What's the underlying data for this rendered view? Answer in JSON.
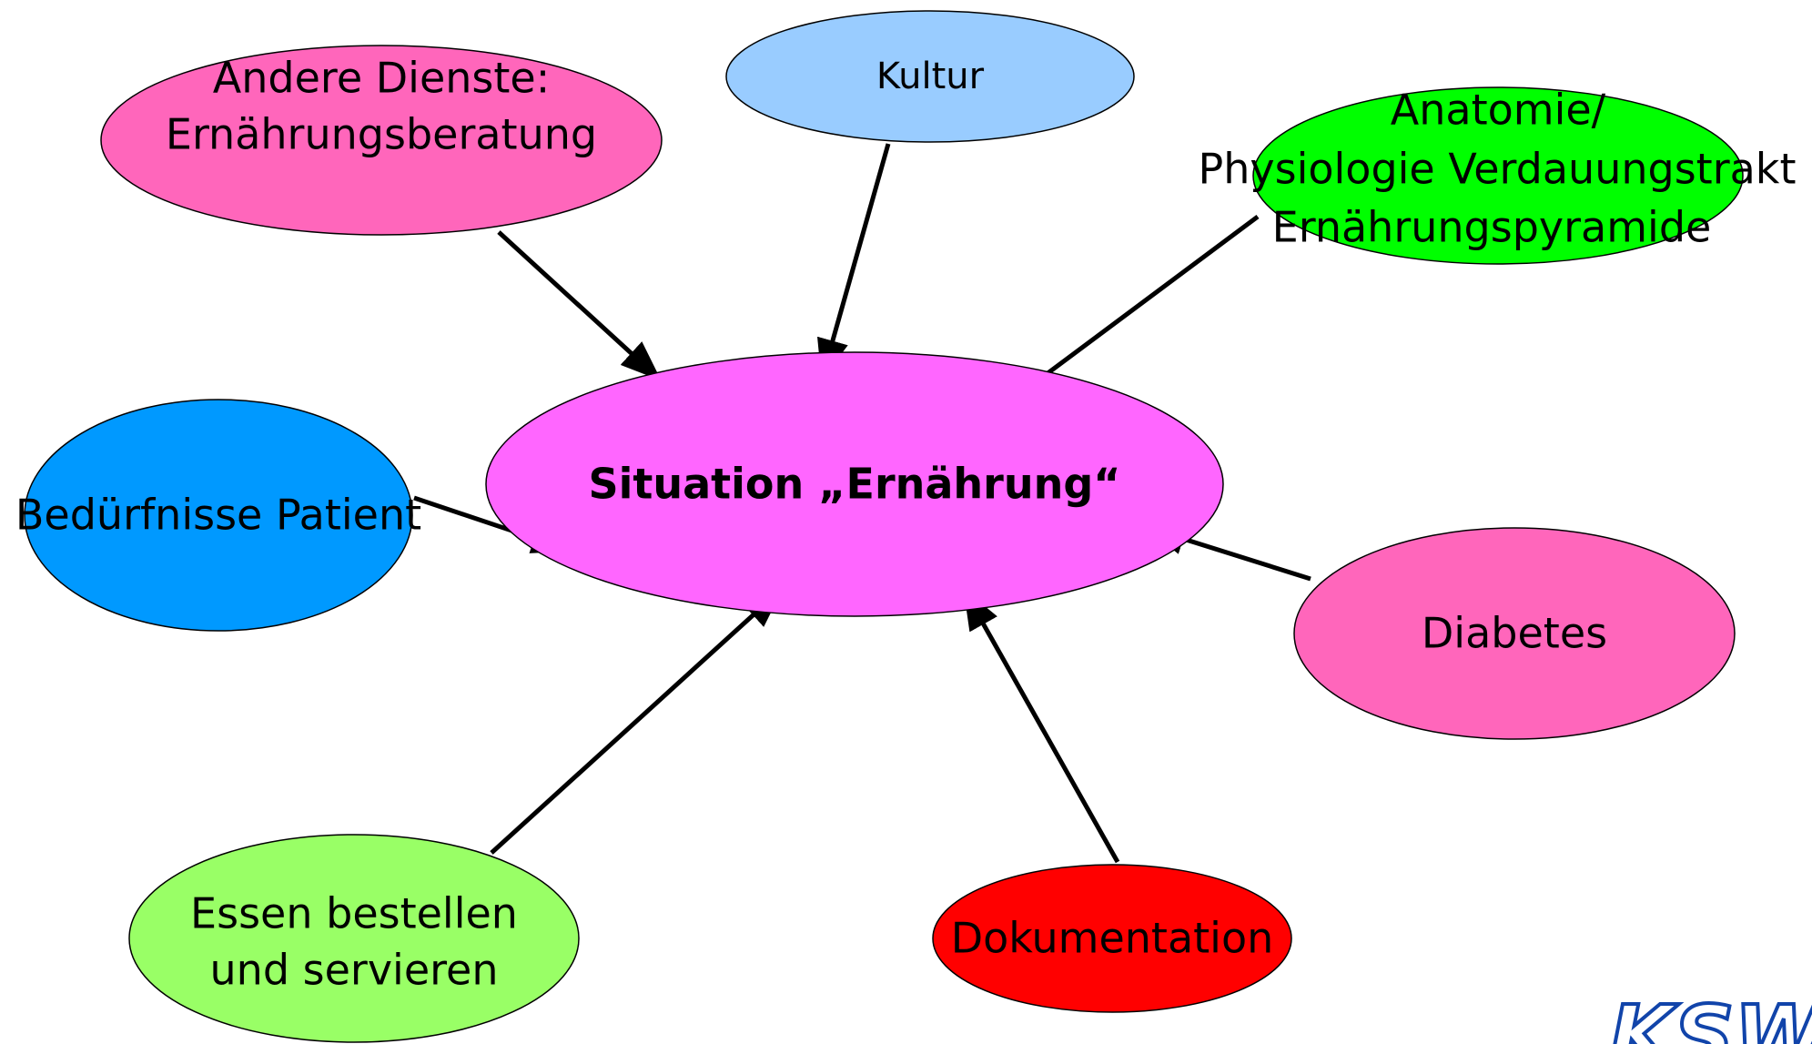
{
  "diagram": {
    "center": {
      "label": "Situation „Ernährung“",
      "color": "#FF66FF"
    },
    "nodes": [
      {
        "id": "andere-dienste",
        "lines": [
          "Andere Dienste:",
          "Ernährungsberatung"
        ],
        "color": "#FF66BB"
      },
      {
        "id": "kultur",
        "lines": [
          "Kultur"
        ],
        "color": "#99CCFF"
      },
      {
        "id": "anatomie",
        "lines": [
          "Anatomie/",
          "Physiologie Verdauungstrakt",
          "Ernährungspyramide"
        ],
        "color": "#00FF00"
      },
      {
        "id": "beduerfnisse",
        "lines": [
          "Bedürfnisse Patient"
        ],
        "color": "#0099FF"
      },
      {
        "id": "diabetes",
        "lines": [
          "Diabetes"
        ],
        "color": "#FF66BB"
      },
      {
        "id": "essen",
        "lines": [
          "Essen bestellen",
          "und servieren"
        ],
        "color": "#99FF66"
      },
      {
        "id": "dokumentation",
        "lines": [
          "Dokumentation"
        ],
        "color": "#FF0000"
      }
    ]
  },
  "logo": {
    "text": "KSW",
    "color": "#1144AA"
  }
}
